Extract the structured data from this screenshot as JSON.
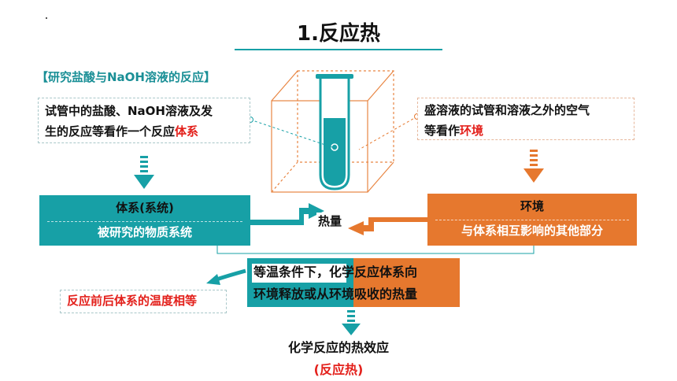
{
  "title": "1.反应热",
  "section_label": "【研究盐酸与NaOH溶液的反应】",
  "left_note": {
    "line1": "试管中的盐酸、NaOH溶液及发",
    "line2_prefix": "生的反应等看作一个反应",
    "line2_highlight": "体系"
  },
  "right_note": {
    "line1": "盛溶液的试管和溶液之外的空气",
    "line2_prefix": "等看作",
    "line2_highlight": "环境"
  },
  "system_panel": {
    "head": "体系(系统)",
    "body": "被研究的物质系统"
  },
  "environment_panel": {
    "head": "环境",
    "body": "与体系相互影响的其他部分"
  },
  "heat_label": "热量",
  "center": {
    "line1_prefix": "等温条件下，",
    "line1_rest": "化学反应体系向",
    "line2": "环境释放或从环境吸收的热量"
  },
  "temperature_note": "反应前后体系的温度相等",
  "result": {
    "title": "化学反应的热效应",
    "subtitle": "(反应热)"
  },
  "colors": {
    "teal": "#17a0a6",
    "orange": "#e6782e",
    "red": "#e3201b"
  }
}
